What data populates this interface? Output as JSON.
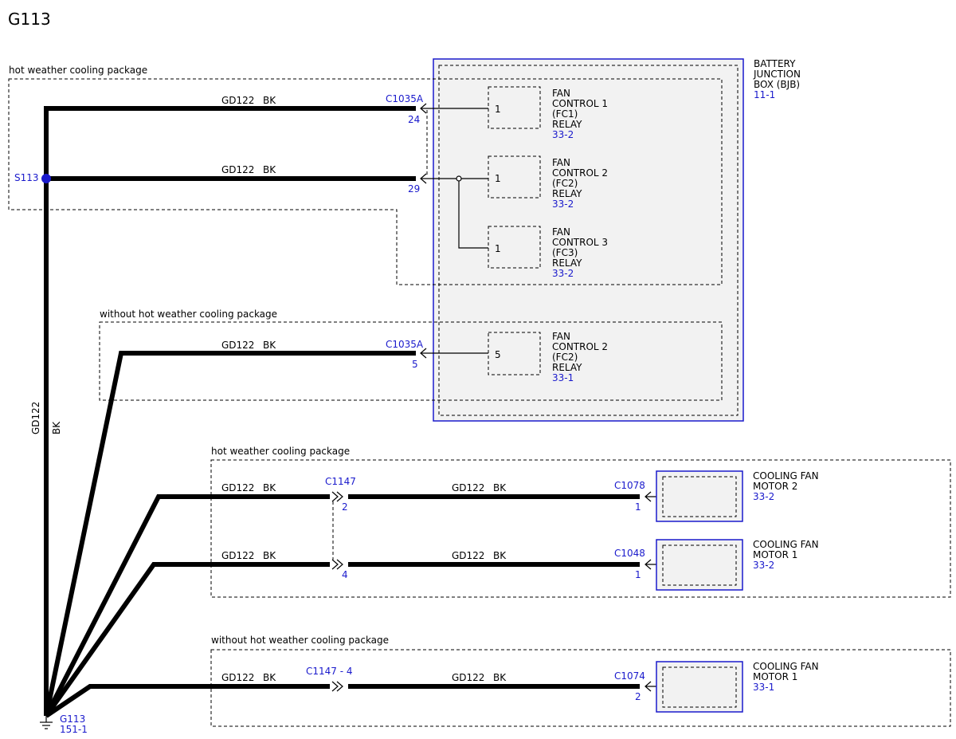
{
  "title": "G113",
  "colors": {
    "blue": "#1a1acc",
    "wire": "#000000",
    "box_fill": "#f2f2f2"
  },
  "packages": {
    "hot_top": "hot weather cooling package",
    "without_top": "without hot weather cooling package",
    "hot_bottom": "hot weather cooling package",
    "without_bottom": "without hot weather cooling package"
  },
  "bjb": {
    "line1": "BATTERY",
    "line2": "JUNCTION",
    "line3": "BOX (BJB)",
    "ref": "11-1"
  },
  "relays": [
    {
      "pin": "1",
      "l1": "FAN",
      "l2": "CONTROL 1",
      "l3": "(FC1)",
      "l4": "RELAY",
      "ref": "33-2"
    },
    {
      "pin": "1",
      "l1": "FAN",
      "l2": "CONTROL 2",
      "l3": "(FC2)",
      "l4": "RELAY",
      "ref": "33-2"
    },
    {
      "pin": "1",
      "l1": "FAN",
      "l2": "CONTROL 3",
      "l3": "(FC3)",
      "l4": "RELAY",
      "ref": "33-2"
    },
    {
      "pin": "5",
      "l1": "FAN",
      "l2": "CONTROL 2",
      "l3": "(FC2)",
      "l4": "RELAY",
      "ref": "33-1"
    }
  ],
  "wire_label": {
    "circuit": "GD122",
    "color": "BK"
  },
  "splice": "S113",
  "ground": {
    "name": "G113",
    "ref": "151-1"
  },
  "connectors": {
    "c1035a_a": "C1035A",
    "pin_24": "24",
    "pin_29": "29",
    "c1035a_b": "C1035A",
    "pin_5": "5",
    "c1147": "C1147",
    "pin_2": "2",
    "pin_4": "4",
    "c1078": "C1078",
    "c1078_pin": "1",
    "c1048": "C1048",
    "c1048_pin": "1",
    "c1147_4": "C1147 - 4",
    "c1074": "C1074",
    "c1074_pin": "2"
  },
  "motors": [
    {
      "l1": "COOLING FAN",
      "l2": "MOTOR 2",
      "ref": "33-2"
    },
    {
      "l1": "COOLING FAN",
      "l2": "MOTOR 1",
      "ref": "33-2"
    },
    {
      "l1": "COOLING FAN",
      "l2": "MOTOR 1",
      "ref": "33-1"
    }
  ]
}
